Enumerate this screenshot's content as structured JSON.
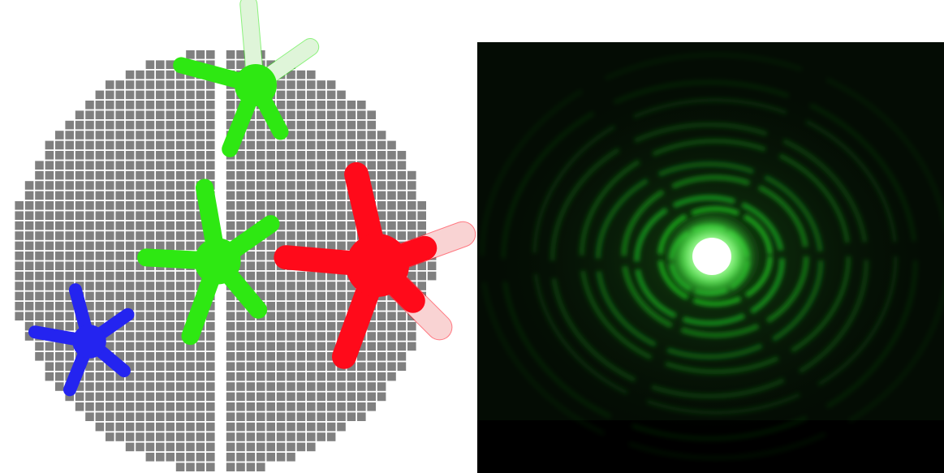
{
  "figure": {
    "background": "#ffffff",
    "segment_color": "#808080",
    "gap_color": "#ffffff",
    "stars": [
      {
        "id": "green-top",
        "color": "#2ee812",
        "arms": 5,
        "out_of_bounds_tint": "#dff5d9"
      },
      {
        "id": "green-center",
        "color": "#2ee812",
        "arms": 5
      },
      {
        "id": "red-right",
        "color": "#ff0a1a",
        "arms": 5,
        "out_of_bounds_tint": "#f9d3d3"
      },
      {
        "id": "blue-left",
        "color": "#2424f0",
        "arms": 5
      }
    ],
    "pattern": {
      "background": "#040c04",
      "ring_color": "#1fbd22",
      "core_color": "#ffffff"
    }
  }
}
